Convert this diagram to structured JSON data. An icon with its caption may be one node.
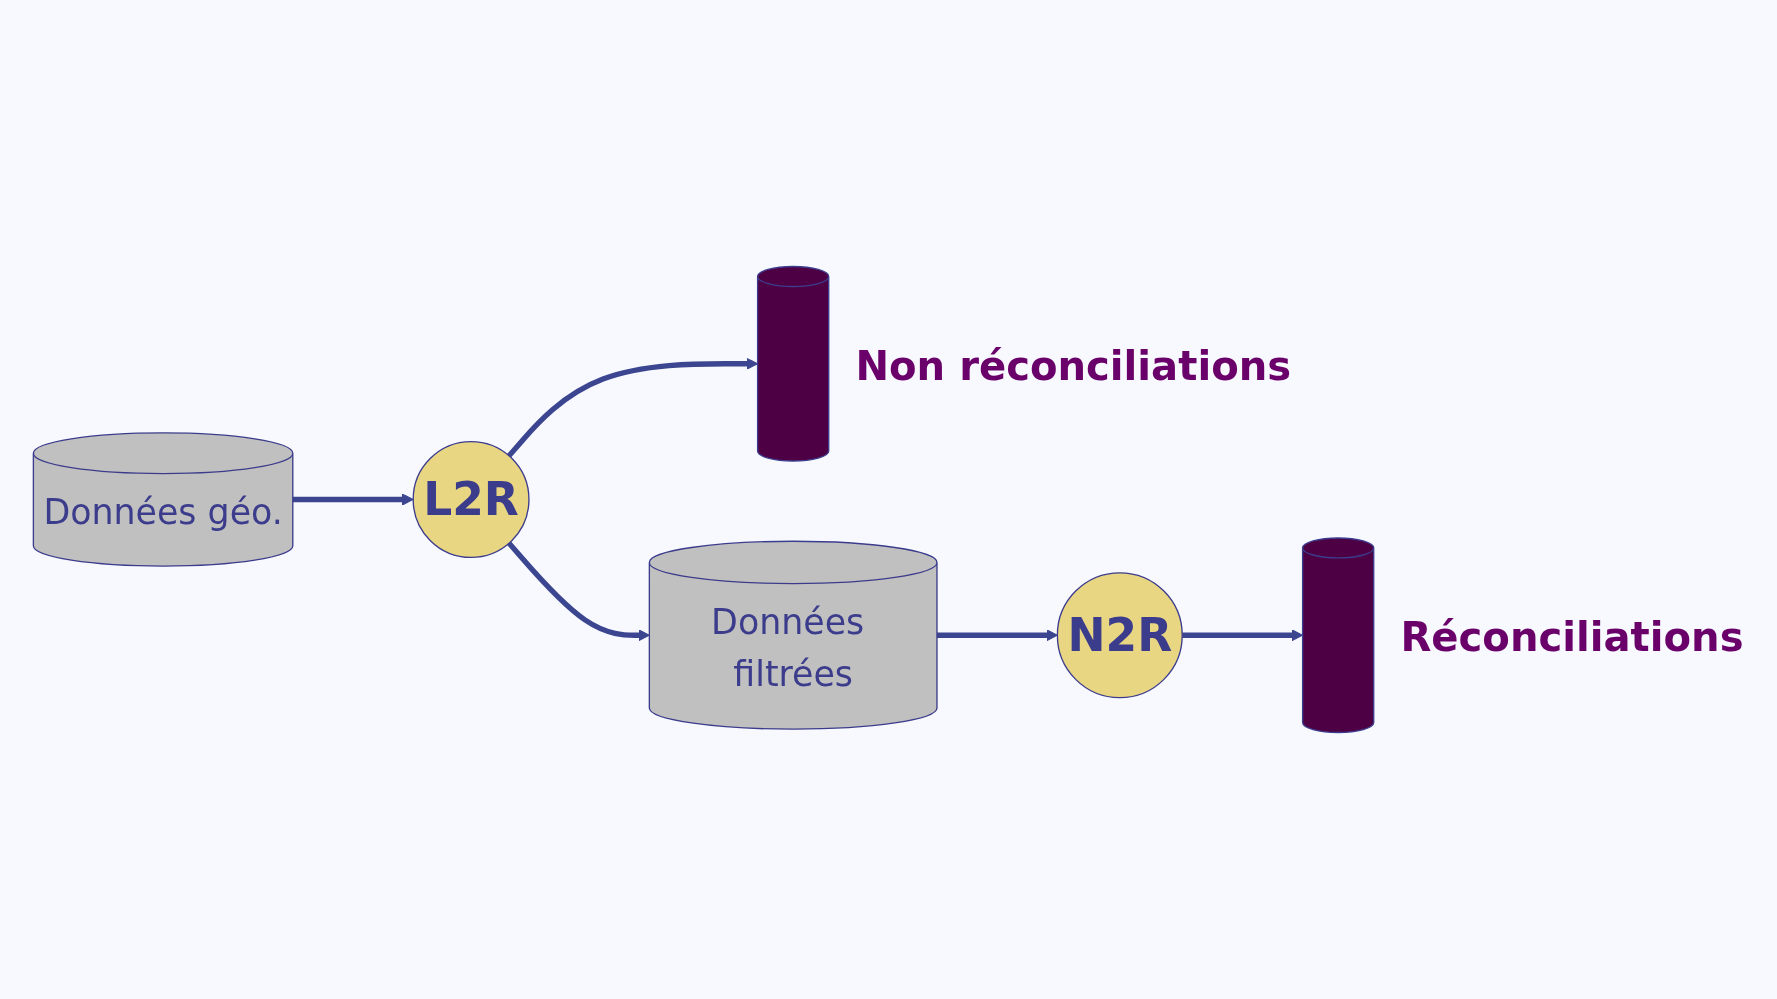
{
  "diagram": {
    "nodes": [
      {
        "text": [
          "Données géo."
        ]
      },
      {
        "text": [
          "L2R"
        ]
      },
      {
        "text": [],
        "shape": "cylinder",
        "beside": [
          "Non réconciliations"
        ]
      },
      {
        "text": [
          "Données filtrées"
        ]
      },
      {
        "text": [
          "N2R"
        ]
      },
      {
        "text": [],
        "shape": "cylinder",
        "beside": [
          "Réconciliations"
        ]
      }
    ],
    "edges": [
      {
        "from": 0,
        "to": 1,
        "arrow": "to"
      },
      {
        "from": 1,
        "to": 2,
        "arrow": "to"
      },
      {
        "from": 1,
        "to": 3,
        "arrow": "to"
      },
      {
        "from": 3,
        "to": 4,
        "arrow": "to"
      },
      {
        "from": 4,
        "to": 5,
        "arrow": "to"
      }
    ]
  }
}
